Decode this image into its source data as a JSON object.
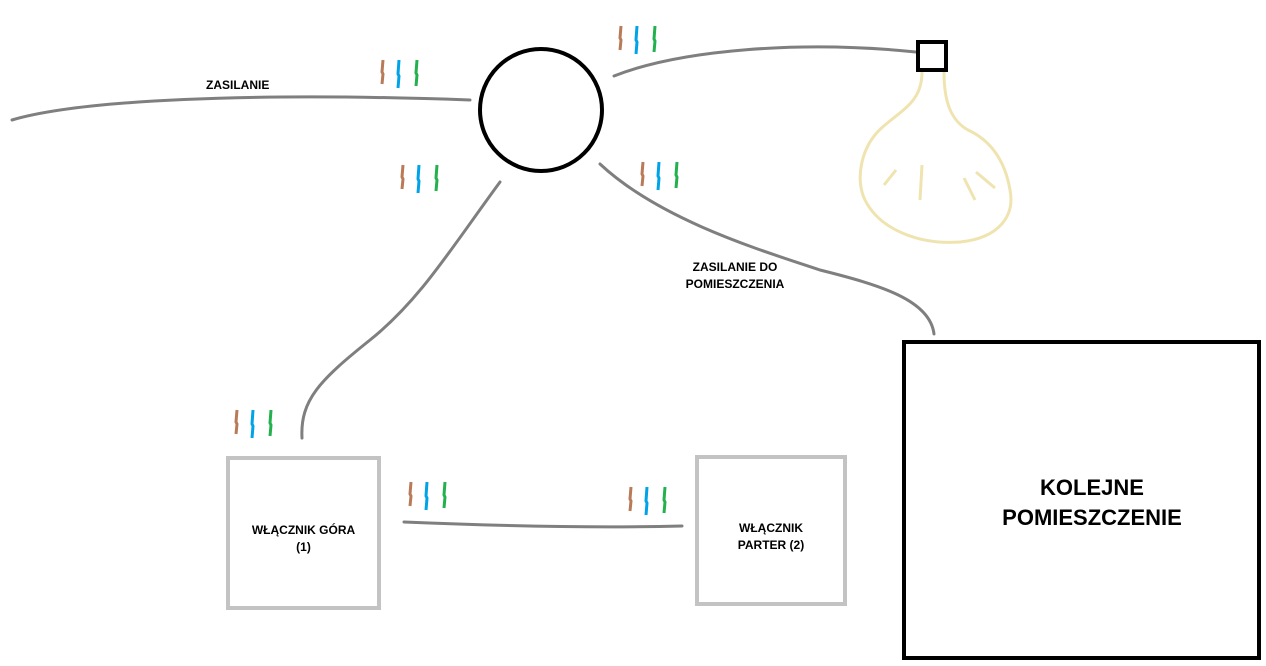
{
  "labels": {
    "power": "ZASILANIE",
    "room_power_line1": "ZASILANIE DO",
    "room_power_line2": "POMIESZCZENIA",
    "switch1_line1": "WŁĄCZNIK GÓRA",
    "switch1_line2": "(1)",
    "switch2_line1": "WŁĄCZNIK",
    "switch2_line2": "PARTER (2)",
    "next_room_line1": "KOLEJNE",
    "next_room_line2": "POMIESZCZENIE"
  },
  "colors": {
    "cable": "#7f7f7f",
    "wire_brown": "#b97a57",
    "wire_blue": "#00a2e8",
    "wire_green": "#22b14c",
    "switch_box": "#c3c3c3",
    "bulb": "#efe4b0",
    "outline": "#000000"
  }
}
